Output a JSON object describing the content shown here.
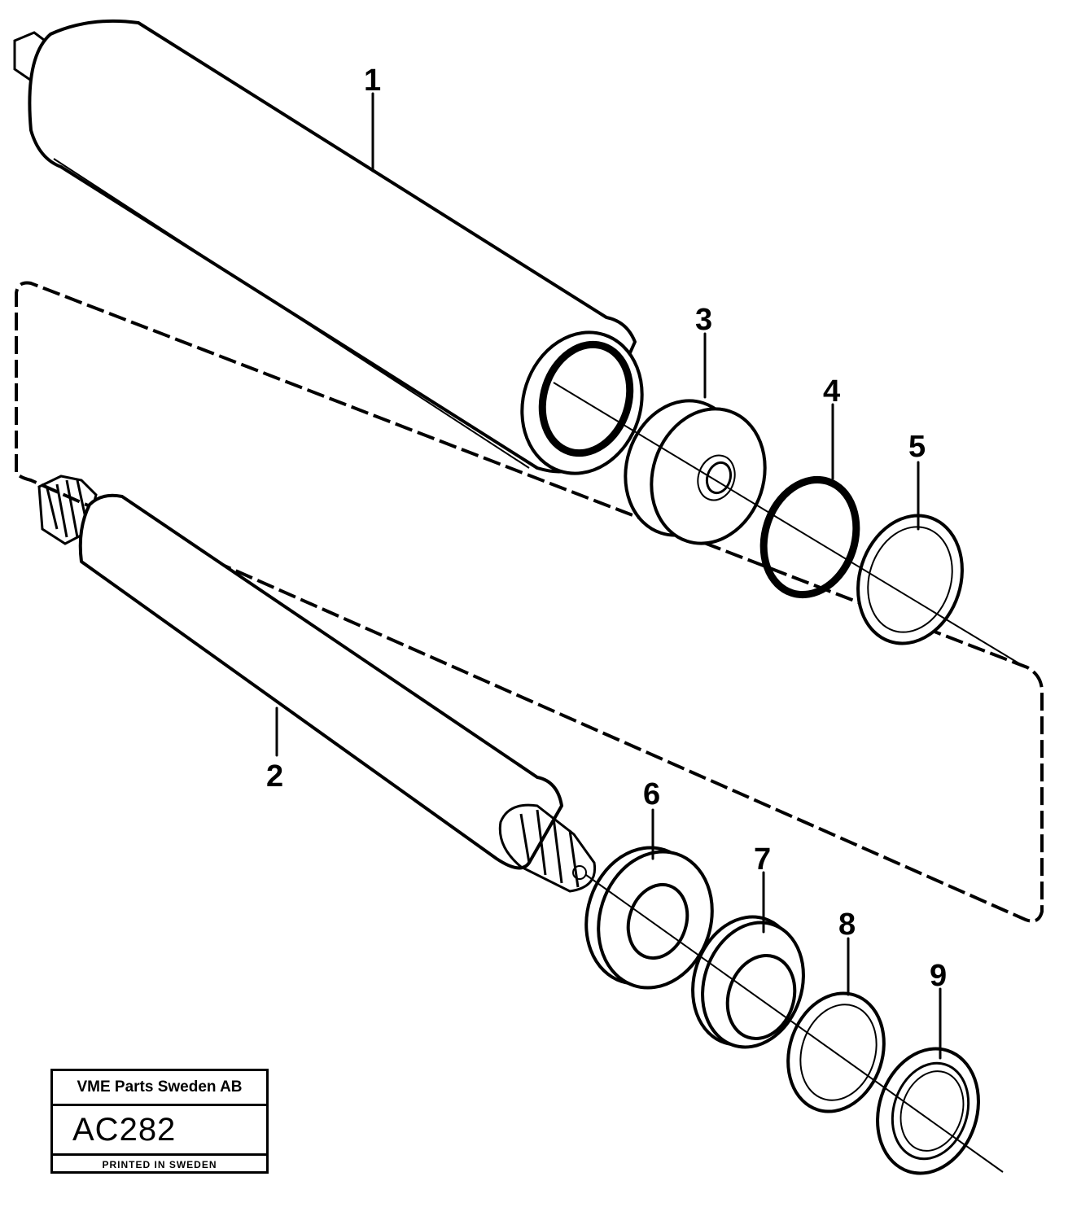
{
  "callouts": [
    "1",
    "2",
    "3",
    "4",
    "5",
    "6",
    "7",
    "8",
    "9"
  ],
  "stamp": {
    "company": "VME Parts Sweden AB",
    "code": "AC282",
    "printed": "PRINTED IN SWEDEN"
  }
}
